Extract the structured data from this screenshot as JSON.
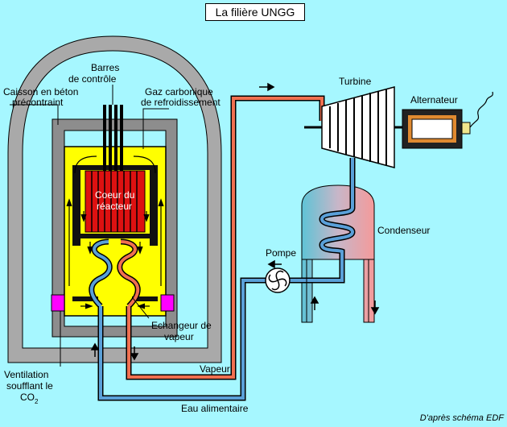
{
  "title": "La filière UNGG",
  "labels": {
    "barres": [
      "Barres",
      "de contrôle"
    ],
    "caisson": [
      "Caisson en béton",
      "précontraint"
    ],
    "gaz": [
      "Gaz carbonique",
      "de refroidissement"
    ],
    "coeur": [
      "Coeur du",
      "réacteur"
    ],
    "turbine": "Turbine",
    "alternateur": "Alternateur",
    "condenseur": "Condenseur",
    "pompe": "Pompe",
    "echangeur": [
      "Echangeur de",
      "vapeur"
    ],
    "ventilation": [
      "Ventilation",
      "soufflant le",
      "CO"
    ],
    "co2_subscript": "2",
    "vapeur": "Vapeur",
    "eau": "Eau alimentaire"
  },
  "credit": "D'après schéma EDF",
  "colors": {
    "background": "#a6f7ff",
    "concrete": "#a8a8a8",
    "reactor": "#ffff00",
    "core": "#e01010",
    "hot_pipe": "#f07050",
    "cold_pipe": "#5aa0d8",
    "blower": "#ff00ff",
    "condenser_hot": "#f4a0a0",
    "condenser_cold": "#6bc6d4"
  }
}
